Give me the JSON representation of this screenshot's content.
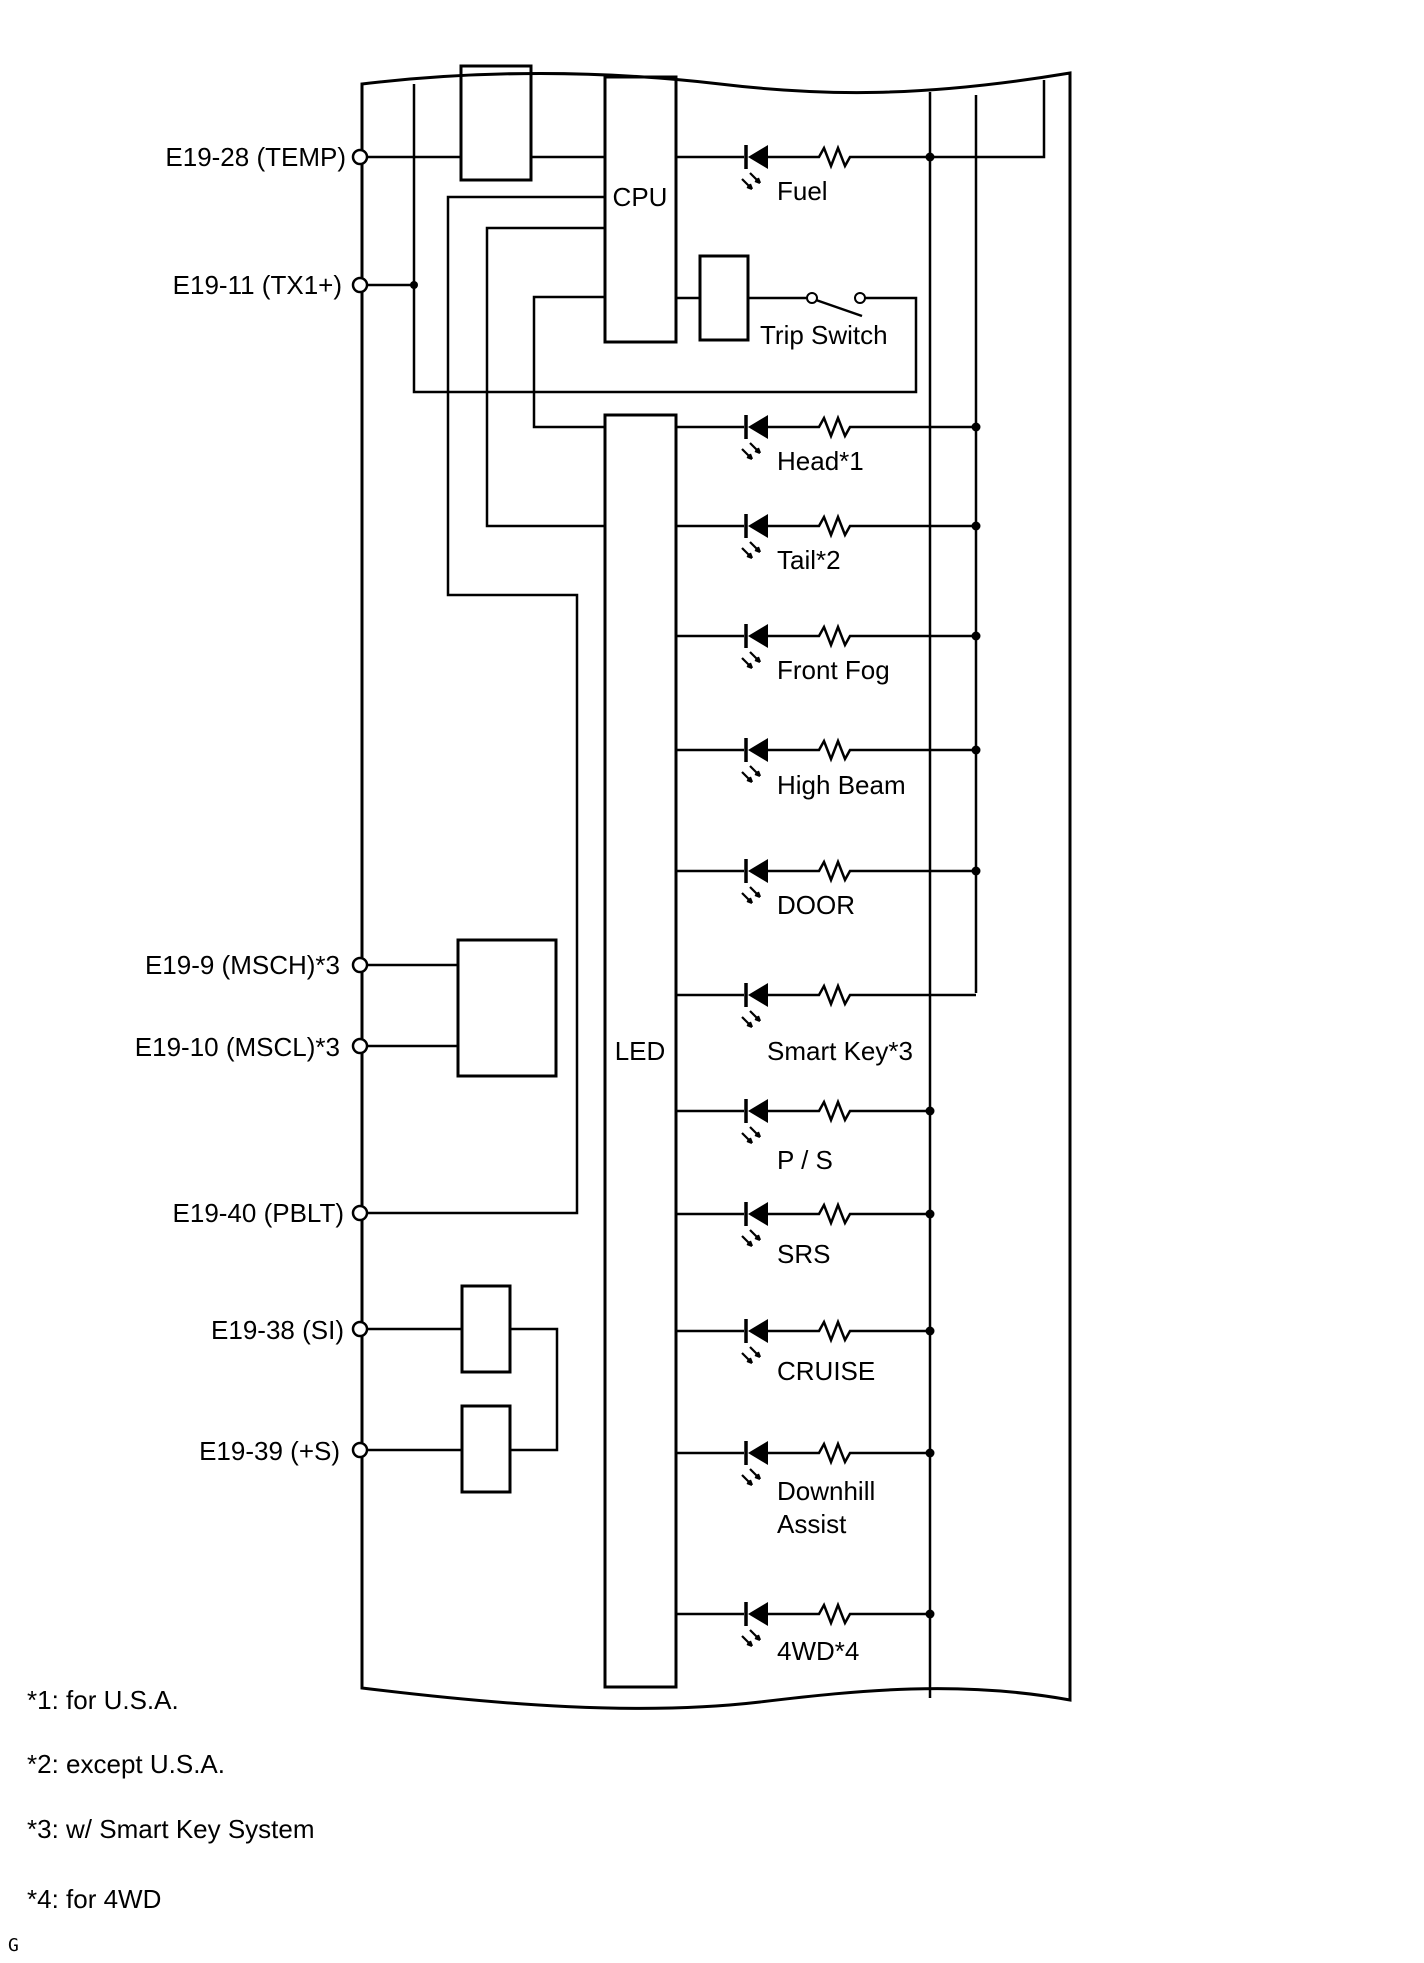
{
  "terminals": [
    {
      "id": "t-temp",
      "label": "E19-28 (TEMP)"
    },
    {
      "id": "t-tx1",
      "label": "E19-11 (TX1+)"
    },
    {
      "id": "t-msch",
      "label": "E19-9 (MSCH)*3"
    },
    {
      "id": "t-mscl",
      "label": "E19-10 (MSCL)*3"
    },
    {
      "id": "t-pblt",
      "label": "E19-40 (PBLT)"
    },
    {
      "id": "t-si",
      "label": "E19-38 (SI)"
    },
    {
      "id": "t-s",
      "label": "E19-39 (+S)"
    }
  ],
  "blocks": {
    "cpu": "CPU",
    "led": "LED",
    "trip_switch": "Trip Switch"
  },
  "indicators": [
    {
      "label": "Fuel"
    },
    {
      "label": "Head*1"
    },
    {
      "label": "Tail*2"
    },
    {
      "label": "Front Fog"
    },
    {
      "label": "High Beam"
    },
    {
      "label": "DOOR"
    },
    {
      "label": "Smart Key*3"
    },
    {
      "label": "P / S"
    },
    {
      "label": "SRS"
    },
    {
      "label": "CRUISE"
    },
    {
      "label": "Downhill"
    },
    {
      "label": "Assist"
    },
    {
      "label": "4WD*4"
    }
  ],
  "notes": [
    "*1: for U.S.A.",
    "*2: except U.S.A.",
    "*3: w/ Smart  Key System",
    "*4: for 4WD"
  ],
  "corner_mark": "G"
}
